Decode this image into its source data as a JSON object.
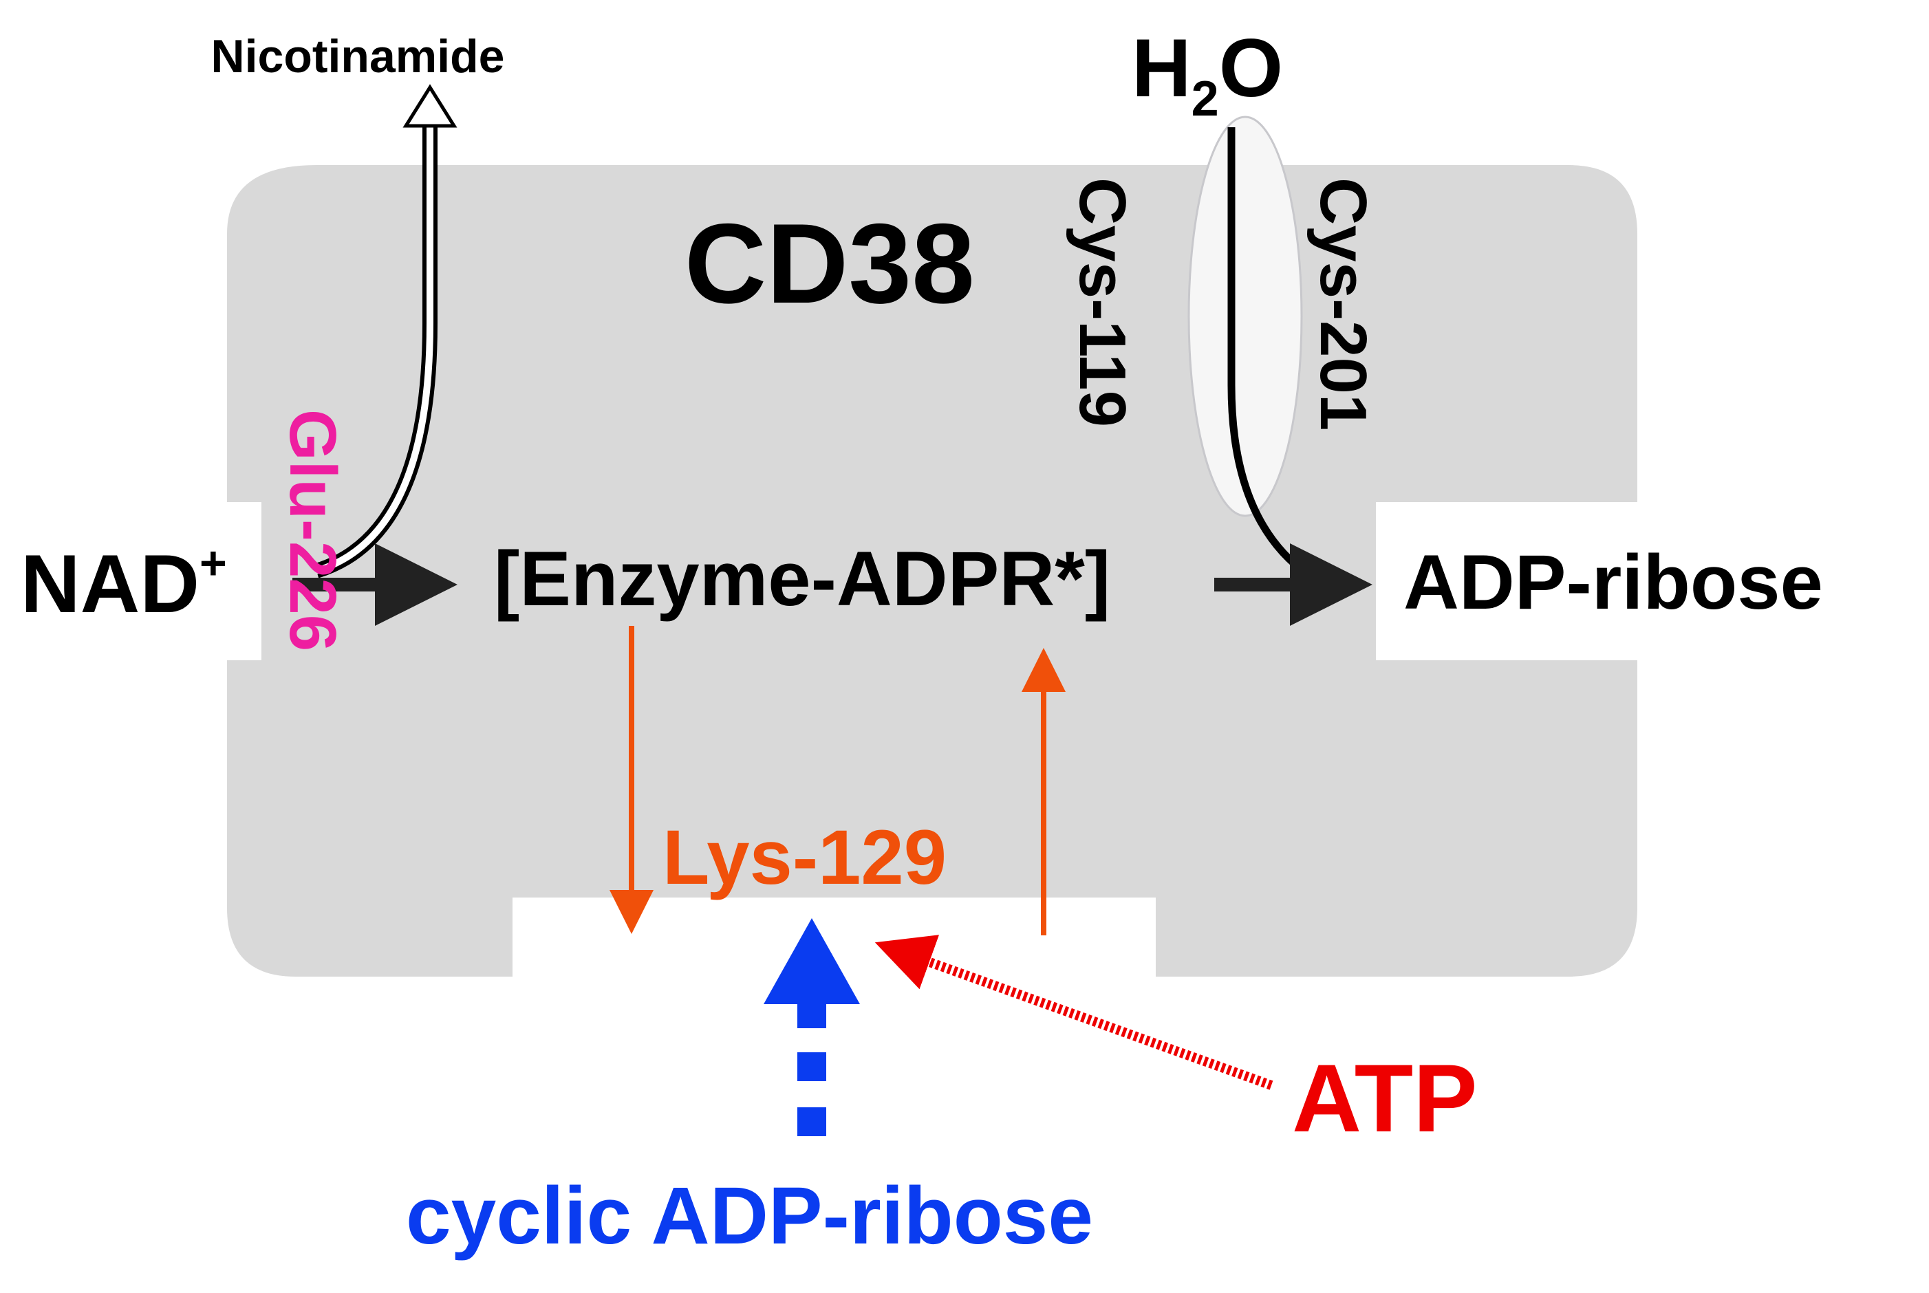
{
  "colors": {
    "background": "#ffffff",
    "enzyme_fill": "#d9d9d9",
    "black": "#000000",
    "arrow_dark": "#222222",
    "magenta": "#ee1ea0",
    "orange": "#f0500a",
    "red": "#ee0000",
    "blue": "#0a3cf0",
    "ellipse_fill": "#f6f6f6",
    "ellipse_stroke": "#c8c8cc"
  },
  "enzyme": {
    "name": "CD38"
  },
  "labels": {
    "nicotinamide": "Nicotinamide",
    "water_main": "H",
    "water_sub": "2",
    "water_tail": "O",
    "cys119": "Cys-119",
    "cys201": "Cys-201",
    "glu226": "Glu-226",
    "nad_main": "NAD",
    "nad_sup": "+",
    "intermediate": "[Enzyme-ADPR*]",
    "adp_ribose": "ADP-ribose",
    "lys129": "Lys-129",
    "atp": "ATP",
    "cyclic_adpr": "cyclic ADP-ribose"
  }
}
